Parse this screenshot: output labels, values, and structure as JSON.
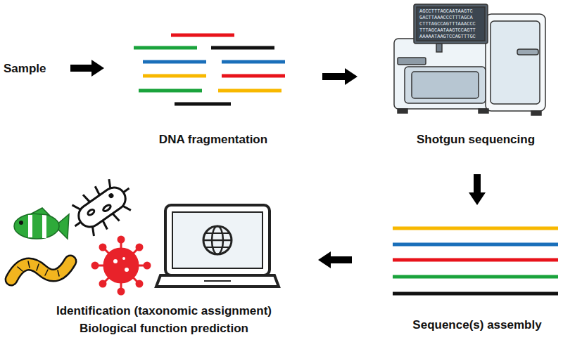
{
  "diagram": {
    "nodes": [
      {
        "text": [
          "Sample"
        ]
      },
      {
        "text": [
          "DNA fragmentation"
        ]
      },
      {
        "text": [
          "Shotgun sequencing"
        ]
      },
      {
        "text": [
          "Sequence(s) assembly"
        ]
      },
      {
        "text": [
          "Identification (taxonomic assignment)",
          "Biological function prediction"
        ]
      }
    ],
    "edges": [
      {
        "from": 0,
        "to": 1,
        "arrow": "to"
      },
      {
        "from": 1,
        "to": 2,
        "arrow": "to"
      },
      {
        "from": 2,
        "to": 3,
        "arrow": "to"
      },
      {
        "from": 3,
        "to": 4,
        "arrow": "to"
      }
    ],
    "labels": [
      "AGCCTTTAGCAATAAGTC",
      "GACTTAAACCCTTTAGCA",
      "CTTTAGCCAGTTTAAACCC",
      "TTTAGCAATAAGTCCAGTT",
      "AAAAATAAGTCCAGTTTGC"
    ]
  }
}
